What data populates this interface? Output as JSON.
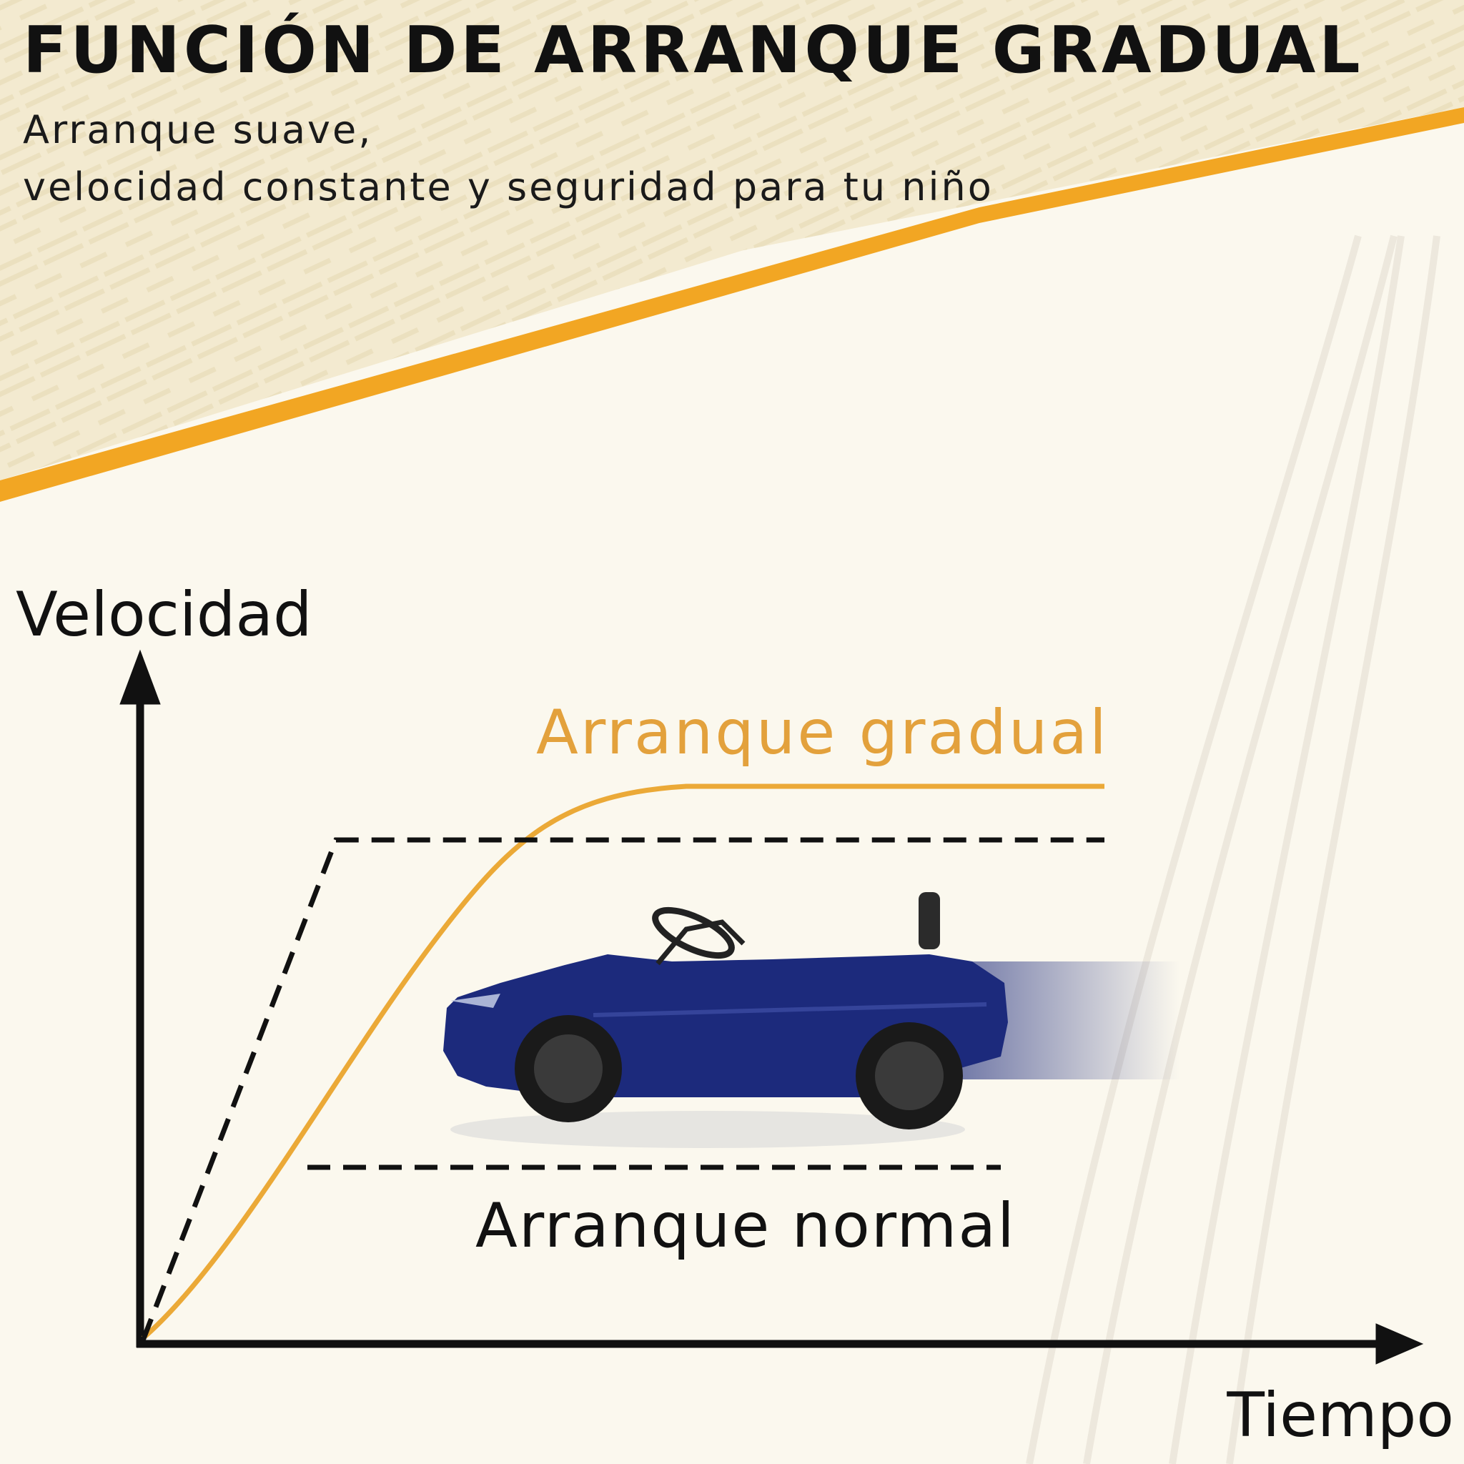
{
  "header": {
    "title": "FUNCIÓN DE ARRANQUE GRADUAL",
    "subtitle_line1": "Arranque suave,",
    "subtitle_line2": "velocidad constante y seguridad para tu niño"
  },
  "colors": {
    "accent": "#f2a623",
    "gradual_curve": "#eba937",
    "axis": "#111111",
    "band": "#f3ead0",
    "car_body": "#1c2a7c"
  },
  "illustration": {
    "car_icon": "blue-ride-on-car-icon"
  },
  "chart_data": {
    "type": "line",
    "xlabel": "Tiempo",
    "ylabel": "Velocidad",
    "series": [
      {
        "name": "Arranque gradual",
        "style": "solid",
        "color": "#eba937"
      },
      {
        "name": "Arranque normal",
        "style": "dashed",
        "color": "#111111"
      }
    ]
  }
}
